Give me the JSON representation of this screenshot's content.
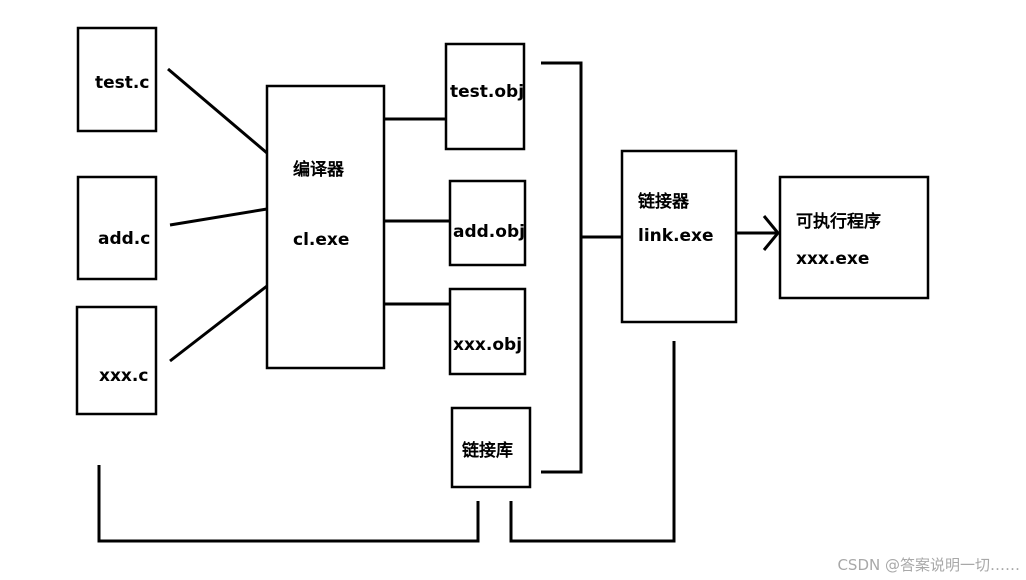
{
  "sources": {
    "test_c": "test.c",
    "add_c": "add.c",
    "xxx_c": "xxx.c"
  },
  "compiler": {
    "name": "编译器",
    "exe": "cl.exe"
  },
  "objects": {
    "test_obj": "test.obj",
    "add_obj": "add.obj",
    "xxx_obj": "xxx.obj"
  },
  "library": "链接库",
  "linker": {
    "name": "链接器",
    "exe": "link.exe"
  },
  "output": {
    "name": "可执行程序",
    "file": "xxx.exe"
  },
  "watermark": "CSDN @答案说明一切……"
}
